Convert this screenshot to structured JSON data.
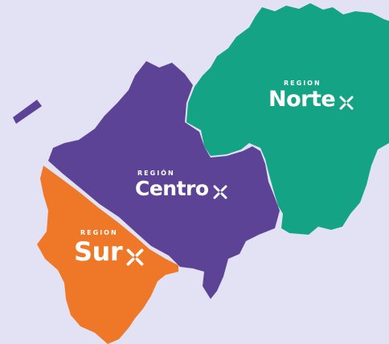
{
  "colors": {
    "background": "#e3e2f4",
    "norte": "#14a384",
    "centro": "#5d4396",
    "sur": "#ef7728",
    "label": "#ffffff"
  },
  "regions": {
    "norte": {
      "prefix": "REGION",
      "name": "Norte"
    },
    "centro": {
      "prefix": "REGIÓN",
      "name": "Centro"
    },
    "sur": {
      "prefix": "REGION",
      "name": "Sur"
    }
  },
  "icons": {
    "region_mark": "x-sparkle-icon"
  }
}
